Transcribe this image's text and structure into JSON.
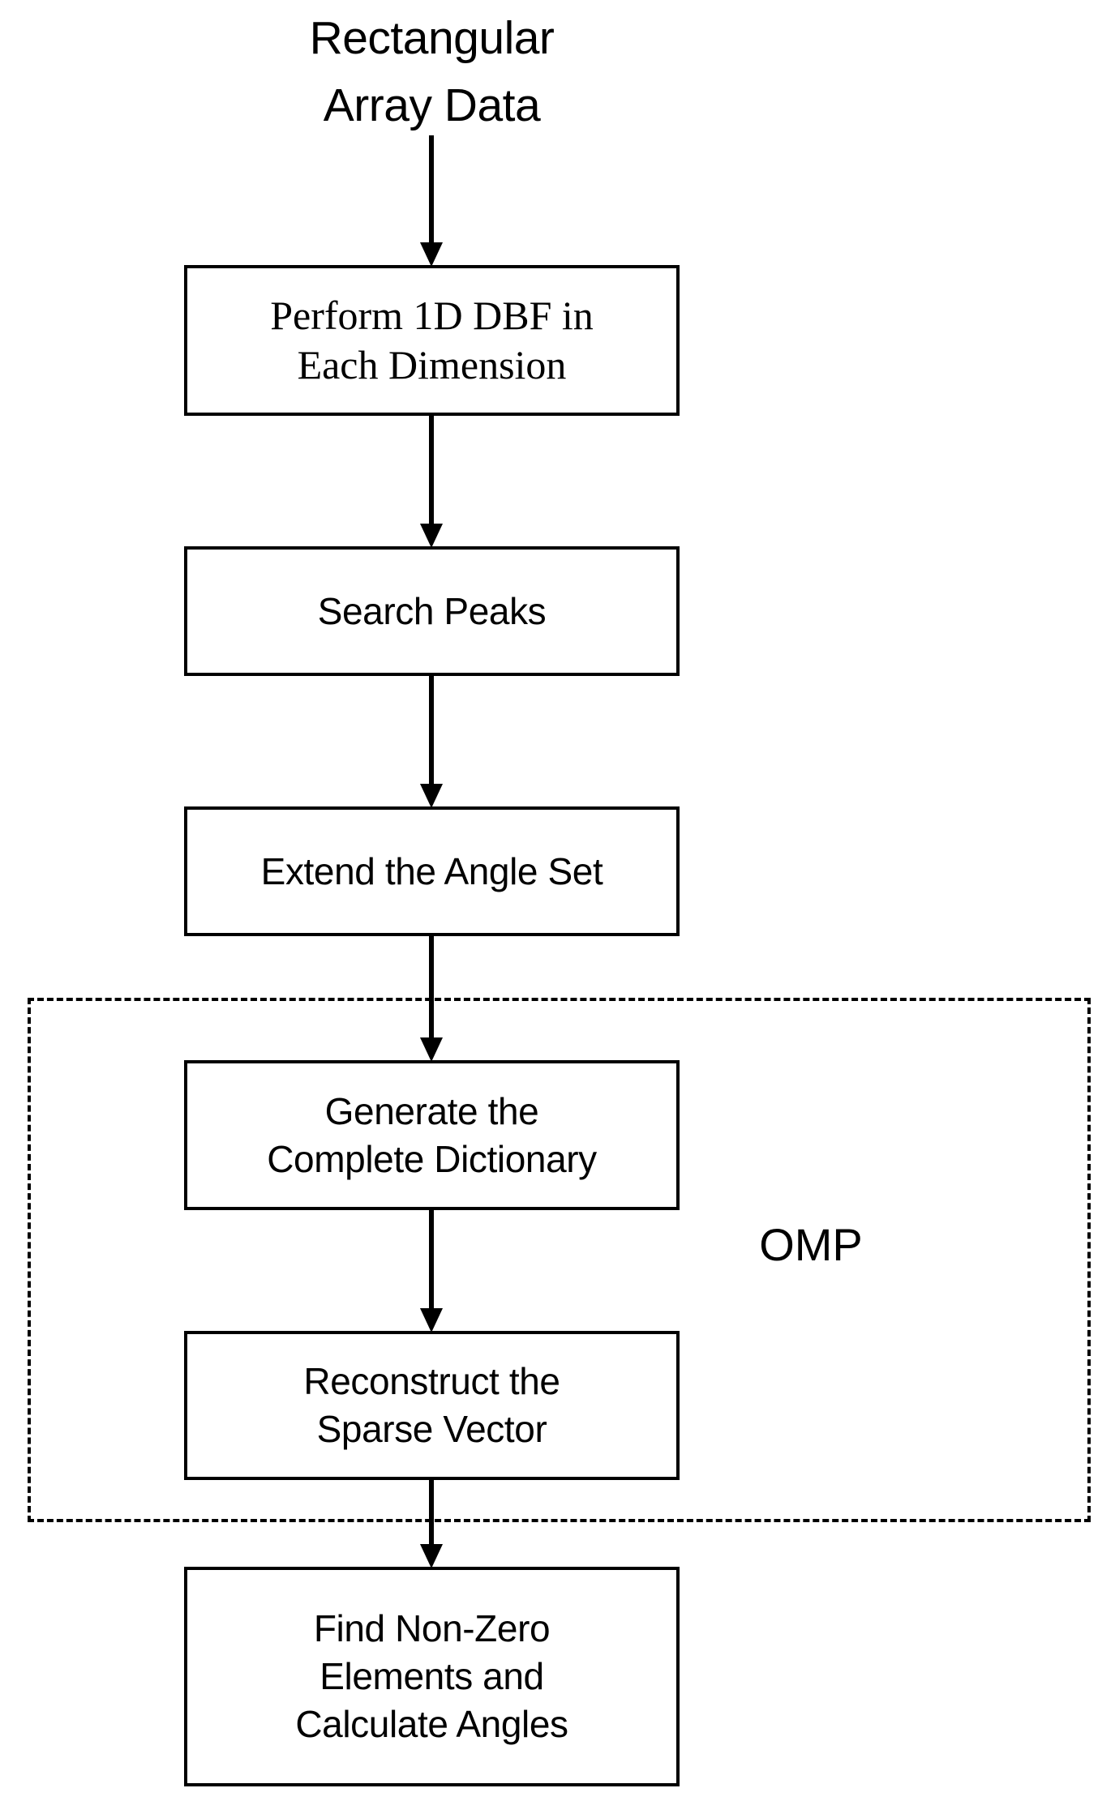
{
  "diagram": {
    "type": "flowchart",
    "orientation": "top-to-bottom",
    "background_color": "#ffffff",
    "line_color": "#000000",
    "text_color": "#000000",
    "title": "Rectangular Array Data"
  },
  "nodes": {
    "input": {
      "label": "Rectangular\nArray Data",
      "shape": "plain-text",
      "font": "sans-serif"
    },
    "dbf": {
      "label": "Perform 1D DBF in\nEach Dimension",
      "shape": "rectangle",
      "font": "serif"
    },
    "peaks": {
      "label": "Search Peaks",
      "shape": "rectangle",
      "font": "sans-serif"
    },
    "extend": {
      "label": "Extend the Angle Set",
      "shape": "rectangle",
      "font": "sans-serif"
    },
    "dictionary": {
      "label": "Generate the\nComplete Dictionary",
      "shape": "rectangle",
      "font": "sans-serif"
    },
    "sparse": {
      "label": "Reconstruct the\nSparse Vector",
      "shape": "rectangle",
      "font": "sans-serif"
    },
    "findnz": {
      "label": "Find Non-Zero\nElements and\nCalculate Angles",
      "shape": "rectangle",
      "font": "sans-serif"
    }
  },
  "groups": {
    "omp": {
      "label": "OMP",
      "border_style": "dashed",
      "border_color": "#000000",
      "contains": [
        "dictionary",
        "sparse"
      ]
    }
  },
  "edges": [
    {
      "id": "arrow-1",
      "from": "input",
      "to": "dbf",
      "style": "solid-arrow-down"
    },
    {
      "id": "arrow-2",
      "from": "dbf",
      "to": "peaks",
      "style": "solid-arrow-down"
    },
    {
      "id": "arrow-3",
      "from": "peaks",
      "to": "extend",
      "style": "solid-arrow-down"
    },
    {
      "id": "arrow-4",
      "from": "extend",
      "to": "dictionary",
      "style": "solid-arrow-down"
    },
    {
      "id": "arrow-5",
      "from": "dictionary",
      "to": "sparse",
      "style": "solid-arrow-down"
    },
    {
      "id": "arrow-6",
      "from": "sparse",
      "to": "findnz",
      "style": "solid-arrow-down"
    }
  ]
}
